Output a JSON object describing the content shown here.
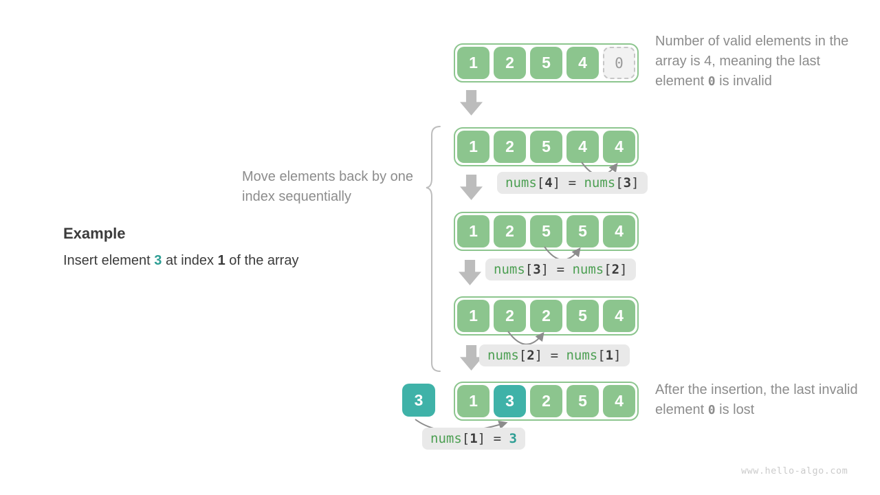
{
  "example": {
    "heading": "Example",
    "text_prefix": "Insert element ",
    "insert_value": "3",
    "text_mid": " at index ",
    "insert_index": "1",
    "text_suffix": " of the array"
  },
  "notes": {
    "move_note": "Move elements back by one index sequentially",
    "top_note": {
      "before": "Number of valid elements in the array is 4, meaning the last element ",
      "code": "0",
      "after": " is invalid"
    },
    "bottom_note": {
      "before": "After the insertion, the last invalid element ",
      "code": "0",
      "after": " is lost"
    }
  },
  "inserted_element": "3",
  "arrays": [
    [
      "1",
      "2",
      "5",
      "4",
      "0"
    ],
    [
      "1",
      "2",
      "5",
      "4",
      "4"
    ],
    [
      "1",
      "2",
      "5",
      "5",
      "4"
    ],
    [
      "1",
      "2",
      "2",
      "5",
      "4"
    ],
    [
      "1",
      "3",
      "2",
      "5",
      "4"
    ]
  ],
  "syntax": {
    "open": "[",
    "close": "]",
    "equals": " = "
  },
  "operations": [
    {
      "fn_lhs": "nums",
      "lhs_index": "4",
      "fn_rhs": "nums",
      "rhs_index": "3"
    },
    {
      "fn_lhs": "nums",
      "lhs_index": "3",
      "fn_rhs": "nums",
      "rhs_index": "2"
    },
    {
      "fn_lhs": "nums",
      "lhs_index": "2",
      "fn_rhs": "nums",
      "rhs_index": "1"
    },
    {
      "fn_lhs": "nums",
      "lhs_index": "1",
      "rhs_value": "3"
    }
  ],
  "watermark": "www.hello-algo.com",
  "colors": {
    "cell_green": "#8cc58e",
    "cell_teal": "#3fb2a8",
    "code_green": "#4c9f52",
    "code_teal": "#2d9e94",
    "text_dark": "#3b3b3b",
    "text_gray": "#8c8c8c",
    "label_bg": "#e9e9e9",
    "arrow_gray": "#bcbcbc",
    "dashed_border": "#c6c6c6"
  }
}
